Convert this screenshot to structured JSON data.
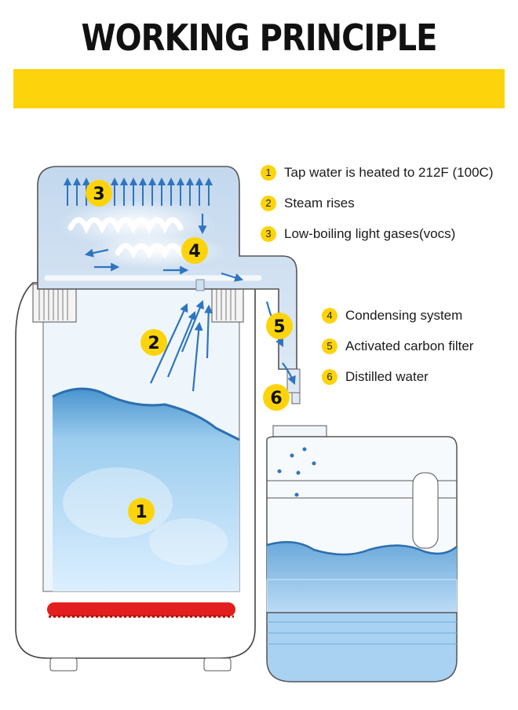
{
  "header": {
    "title": "WORKING PRINCIPLE"
  },
  "colors": {
    "accent_yellow": "#fdd40b",
    "arrow_blue": "#2f74c0",
    "heater_red": "#e21e1e",
    "water_blue": "#8fc6ea",
    "lid_blue": "#c9dcef"
  },
  "legend": {
    "top": [
      {
        "num": "1",
        "text": "Tap water is heated to 212F (100C)"
      },
      {
        "num": "2",
        "text": "Steam rises"
      },
      {
        "num": "3",
        "text": "Low-boiling light gases(vocs)"
      }
    ],
    "bottom": [
      {
        "num": "4",
        "text": "Condensing system"
      },
      {
        "num": "5",
        "text": "Activated carbon filter"
      },
      {
        "num": "6",
        "text": "Distilled water"
      }
    ]
  },
  "markers": [
    "1",
    "2",
    "3",
    "4",
    "5",
    "6"
  ]
}
